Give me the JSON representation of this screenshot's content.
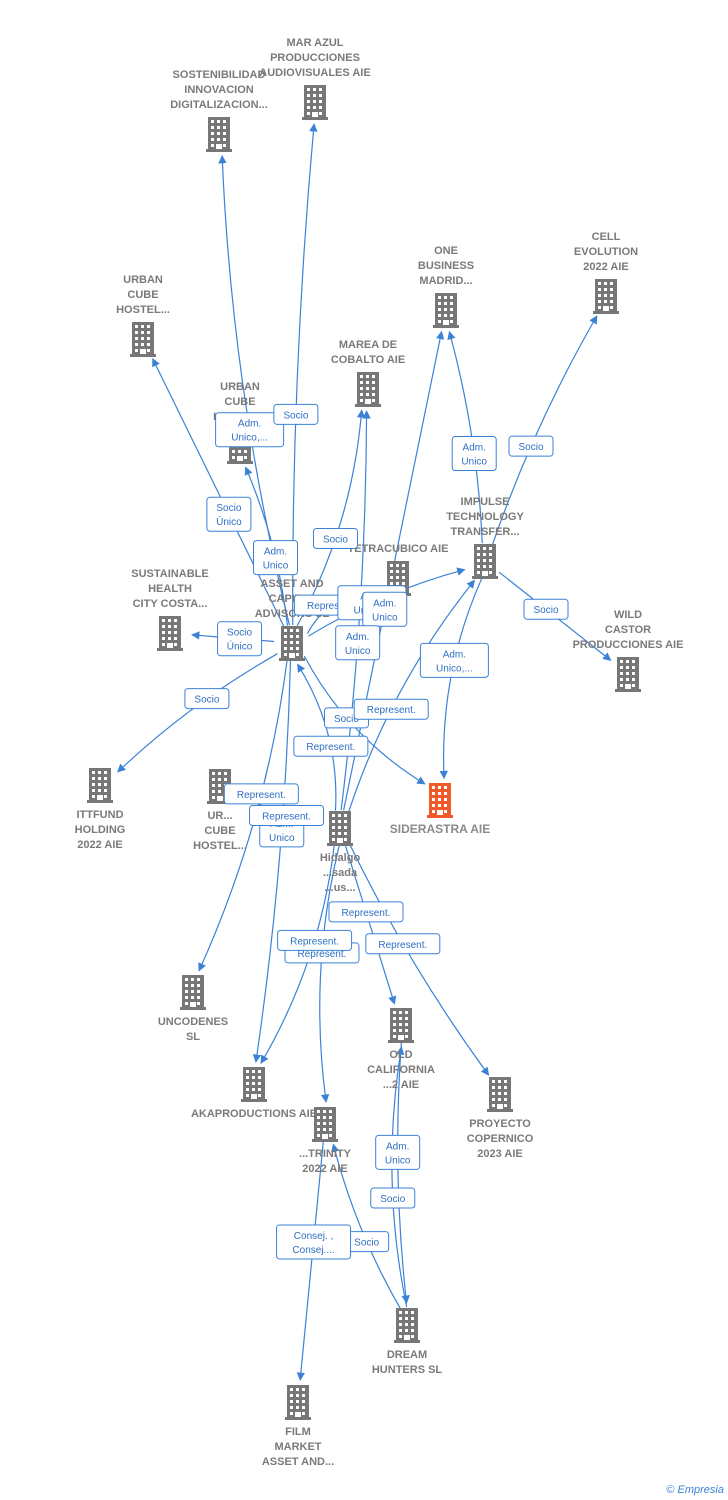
{
  "nodes": [
    {
      "id": "sostenibilidad",
      "lines": [
        "SOSTENIBILIDAD",
        "INNOVACION",
        "DIGITALIZACION..."
      ],
      "color": "#777777",
      "main": false
    },
    {
      "id": "mar_azul",
      "lines": [
        "MAR AZUL",
        "PRODUCCIONES",
        "AUDIOVISUALES AIE"
      ],
      "color": "#777777",
      "main": false
    },
    {
      "id": "one_business",
      "lines": [
        "ONE",
        "BUSINESS",
        "MADRID..."
      ],
      "color": "#777777",
      "main": false
    },
    {
      "id": "cell_evolution",
      "lines": [
        "CELL",
        "EVOLUTION",
        "2022 AIE"
      ],
      "color": "#777777",
      "main": false
    },
    {
      "id": "urban_cube_1",
      "lines": [
        "URBAN",
        "CUBE",
        "HOSTEL..."
      ],
      "color": "#777777",
      "main": false
    },
    {
      "id": "marea",
      "lines": [
        "MAREA DE",
        "COBALTO AIE"
      ],
      "color": "#777777",
      "main": false
    },
    {
      "id": "urban_cube_2",
      "lines": [
        "URBAN",
        "CUBE",
        "HOSTEL..."
      ],
      "color": "#777777",
      "main": false
    },
    {
      "id": "impulse",
      "lines": [
        "IMPULSE",
        "TECHNOLOGY",
        "TRANSFER..."
      ],
      "color": "#777777",
      "main": false
    },
    {
      "id": "tetracubico",
      "lines": [
        "TETRACUBICO AIE"
      ],
      "color": "#777777",
      "main": false
    },
    {
      "id": "sustainable",
      "lines": [
        "SUSTAINABLE",
        "HEALTH",
        "CITY COSTA..."
      ],
      "color": "#777777",
      "main": false
    },
    {
      "id": "asset_capital",
      "lines": [
        "ASSET AND",
        "CAPITAL",
        "ADVISORS SL"
      ],
      "color": "#777777",
      "main": false
    },
    {
      "id": "wild_castor",
      "lines": [
        "WILD",
        "CASTOR",
        "PRODUCCIONES AIE"
      ],
      "color": "#777777",
      "main": false
    },
    {
      "id": "ittfund",
      "lines": [
        "ITTFUND",
        "HOLDING",
        "2022 AIE"
      ],
      "color": "#777777",
      "main": false
    },
    {
      "id": "urban_cube_3",
      "lines": [
        "UR...",
        "CUBE",
        "HOSTEL..."
      ],
      "color": "#777777",
      "main": false
    },
    {
      "id": "siderastra",
      "lines": [
        "SIDERASTRA AIE"
      ],
      "color": "#f05a28",
      "main": true
    },
    {
      "id": "hidalgo",
      "lines": [
        "Hidalgo",
        "...sada",
        "...us..."
      ],
      "color": "#777777",
      "main": false
    },
    {
      "id": "uncodenes",
      "lines": [
        "UNCODENES",
        "SL"
      ],
      "color": "#777777",
      "main": false
    },
    {
      "id": "old_california",
      "lines": [
        "OLD",
        "CALIFORNIA",
        "...2 AIE"
      ],
      "color": "#777777",
      "main": false
    },
    {
      "id": "akaproductions",
      "lines": [
        "AKAPRODUCTIONS AIE"
      ],
      "color": "#777777",
      "main": false
    },
    {
      "id": "proyecto",
      "lines": [
        "PROYECTO",
        "COPERNICO",
        "2023 AIE"
      ],
      "color": "#777777",
      "main": false
    },
    {
      "id": "trinity",
      "lines": [
        "...TRINITY",
        "2022 AIE"
      ],
      "color": "#777777",
      "main": false
    },
    {
      "id": "dream_hunters",
      "lines": [
        "DREAM",
        "HUNTERS  SL"
      ],
      "color": "#777777",
      "main": false
    },
    {
      "id": "film_market",
      "lines": [
        "FILM",
        "MARKET",
        "ASSET AND..."
      ],
      "color": "#777777",
      "main": false
    }
  ],
  "edges": [
    {
      "from": "asset_capital",
      "to": "sostenibilidad",
      "label": [
        "Adm.",
        "Unico,..."
      ]
    },
    {
      "from": "asset_capital",
      "to": "mar_azul",
      "label": [
        "Socio"
      ]
    },
    {
      "from": "asset_capital",
      "to": "urban_cube_1",
      "label": [
        "Socio",
        "Único"
      ]
    },
    {
      "from": "asset_capital",
      "to": "urban_cube_2",
      "label": [
        "Adm.",
        "Unico"
      ]
    },
    {
      "from": "asset_capital",
      "to": "marea",
      "label": [
        "Socio"
      ]
    },
    {
      "from": "asset_capital",
      "to": "tetracubico",
      "label": [
        "Represent."
      ]
    },
    {
      "from": "asset_capital",
      "to": "impulse",
      "label": [
        "Adm.",
        "Unico,..."
      ]
    },
    {
      "from": "asset_capital",
      "to": "sustainable",
      "label": [
        "Socio",
        "Único"
      ]
    },
    {
      "from": "asset_capital",
      "to": "ittfund",
      "label": [
        "Socio"
      ]
    },
    {
      "from": "asset_capital",
      "to": "siderastra",
      "label": [
        "Socio"
      ]
    },
    {
      "from": "asset_capital",
      "to": "uncodenes",
      "label": [
        "Represent."
      ]
    },
    {
      "from": "asset_capital",
      "to": "akaproductions",
      "label": [
        "Adm.",
        "Unico"
      ]
    },
    {
      "from": "hidalgo",
      "to": "one_business",
      "label": [
        "Adm.",
        "Unico"
      ]
    },
    {
      "from": "hidalgo",
      "to": "marea",
      "label": [
        "Adm.",
        "Unico"
      ]
    },
    {
      "from": "hidalgo",
      "to": "asset_capital",
      "label": [
        "Represent."
      ]
    },
    {
      "from": "hidalgo",
      "to": "impulse",
      "label": [
        "Represent."
      ]
    },
    {
      "from": "hidalgo",
      "to": "urban_cube_3",
      "label": [
        "Represent."
      ]
    },
    {
      "from": "hidalgo",
      "to": "old_california",
      "label": [
        "Represent."
      ]
    },
    {
      "from": "hidalgo",
      "to": "proyecto",
      "label": [
        "Represent."
      ]
    },
    {
      "from": "hidalgo",
      "to": "trinity",
      "label": [
        "Represent."
      ]
    },
    {
      "from": "hidalgo",
      "to": "akaproductions",
      "label": [
        "Represent."
      ]
    },
    {
      "from": "impulse",
      "to": "cell_evolution",
      "label": [
        "Socio"
      ]
    },
    {
      "from": "impulse",
      "to": "wild_castor",
      "label": [
        "Socio"
      ]
    },
    {
      "from": "impulse",
      "to": "one_business",
      "label": [
        "Adm.",
        "Unico"
      ]
    },
    {
      "from": "impulse",
      "to": "siderastra",
      "label": [
        "Adm.",
        "Unico,..."
      ]
    },
    {
      "from": "dream_hunters",
      "to": "old_california",
      "label": [
        "Socio"
      ]
    },
    {
      "from": "dream_hunters",
      "to": "trinity",
      "label": [
        "Socio"
      ]
    },
    {
      "from": "trinity",
      "to": "film_market",
      "label": [
        "Consej. ,",
        "Consej...."
      ]
    },
    {
      "from": "old_california",
      "to": "dream_hunters",
      "label": [
        "Adm.",
        "Unico"
      ]
    }
  ],
  "footer": {
    "copyright": "©",
    "brand": "Empresia"
  }
}
